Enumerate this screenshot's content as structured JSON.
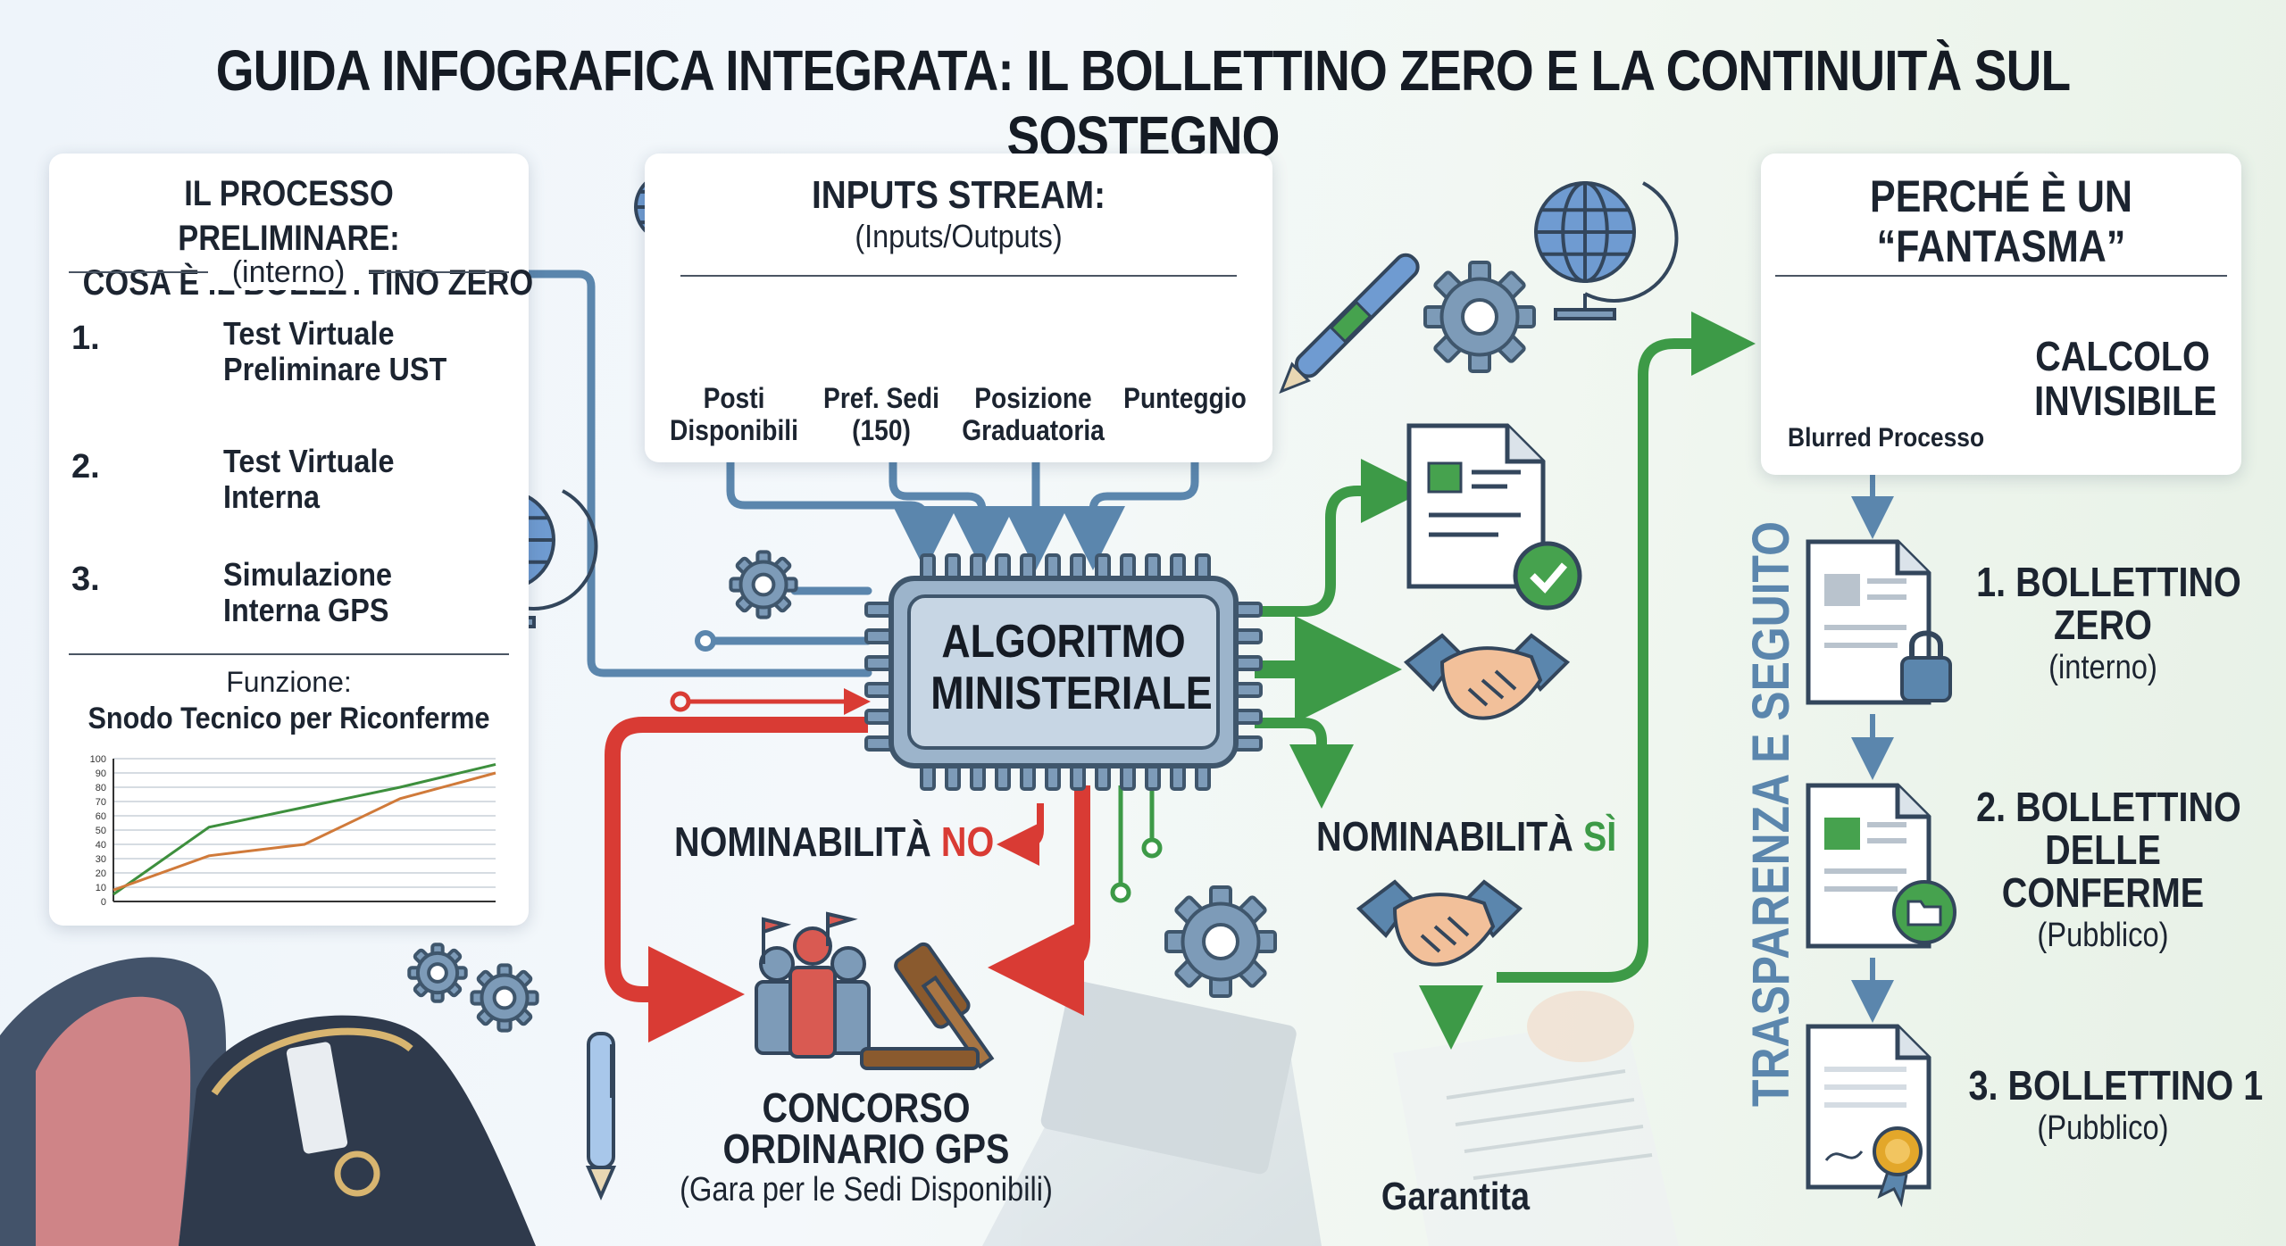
{
  "title": "GUIDA INFOGRAFICA INTEGRATA: IL BOLLETTINO ZERO E LA CONTINUITÀ SUL SOSTEGNO",
  "left_panel": {
    "heading_line1": "IL PROCESSO PRELIMINARE:",
    "heading_line2": "COSA È IL BOLLETTINO ZERO",
    "subheading": "(interno)",
    "steps": [
      {
        "number": "1.",
        "line1": "Test Virtuale",
        "line2": "Preliminare UST",
        "icon": "hand-icon"
      },
      {
        "number": "2.",
        "line1": "Test Virtuale",
        "line2": "Interna",
        "icon": "clipboard-icon"
      },
      {
        "number": "3.",
        "line1": "Simulazione",
        "line2": "Interna GPS",
        "icon": "brain-head-icon"
      }
    ],
    "funzione_label": "Funzione:",
    "funzione_text": "Snodo Tecnico per Riconferme"
  },
  "chart_data": {
    "type": "line",
    "x": [
      0,
      1,
      2,
      3,
      4
    ],
    "yticks": [
      0,
      10,
      20,
      30,
      40,
      50,
      60,
      70,
      80,
      90,
      100
    ],
    "ylim": [
      0,
      100
    ],
    "series": [
      {
        "values": [
          5,
          52,
          66,
          80,
          96
        ],
        "color": "#3d8f3d"
      },
      {
        "values": [
          8,
          32,
          40,
          72,
          90
        ],
        "color": "#d07a3a"
      }
    ],
    "grid": true
  },
  "inputs_panel": {
    "heading": "INPUTS STREAM:",
    "subheading": "(Inputs/Outputs)",
    "items": [
      {
        "line1": "Posti",
        "line2": "Disponibili",
        "icon": "briefcase-icon"
      },
      {
        "line1": "Pref. Sedi",
        "line2": "(150)",
        "icon": "location-pin-icon"
      },
      {
        "line1": "Posizione",
        "line2": "Graduatoria",
        "icon": "trophy-icon"
      },
      {
        "line1": "Punteggio",
        "line2": "",
        "icon": "bar-chart-icon"
      }
    ]
  },
  "center": {
    "algo_line1": "ALGORITMO",
    "algo_line2": "MINISTERIALE",
    "nominabilita_prefix": "NOMINABILITÀ",
    "no_word": "NO",
    "si_word": "SÌ",
    "concorso_line1": "CONCORSO",
    "concorso_line2": "ORDINARIO GPS",
    "concorso_sub": "(Gara per le Sedi Disponibili)",
    "garantita": "Garantita",
    "vertical_text": "TRASPARENZA E SEGUITO"
  },
  "right_panel": {
    "heading_line1": "PERCHÉ È UN",
    "heading_line2": "“FANTASMA”",
    "blurred_label": "Blurred Processo",
    "calcolo_line1": "CALCOLO",
    "calcolo_line2": "INVISIBILE"
  },
  "bollettini": [
    {
      "line1": "1. BOLLETTINO",
      "line2": "ZERO",
      "line3": "",
      "sub": "(interno)",
      "icon": "lock-icon"
    },
    {
      "line1": "2. BOLLETTINO",
      "line2": "DELLE",
      "line3": "CONFERME",
      "sub": "(Pubblico)",
      "icon": "folder-icon"
    },
    {
      "line1": "3. BOLLETTINO 1",
      "line2": "",
      "line3": "",
      "sub": "(Pubblico)",
      "icon": "ribbon-seal-icon"
    }
  ],
  "colors": {
    "blue_flow": "#5b86ad",
    "green_flow": "#3d9a47",
    "red_flow": "#d93b34",
    "chip": "#7d9bb8",
    "dark_text": "#151b24"
  }
}
